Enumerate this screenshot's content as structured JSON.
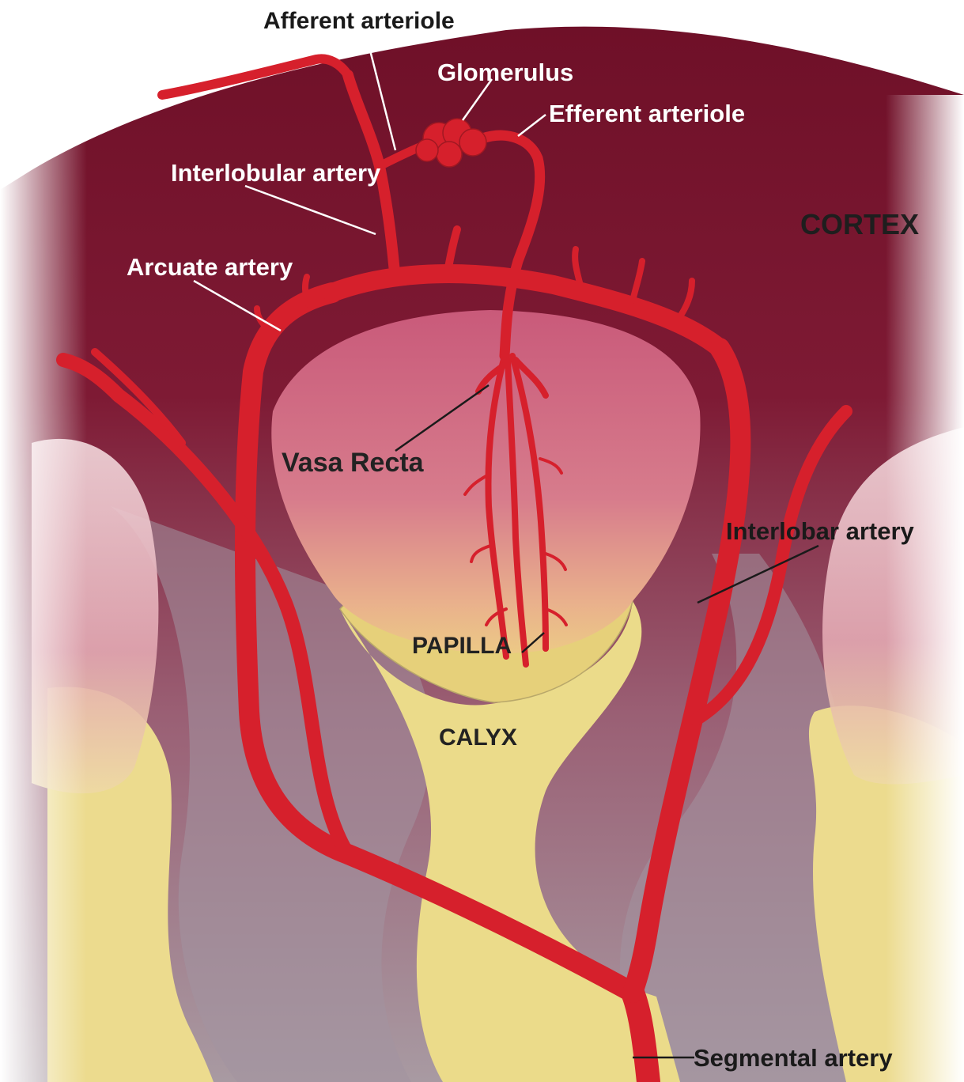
{
  "labels": {
    "afferent_arteriole": "Afferent arteriole",
    "glomerulus": "Glomerulus",
    "efferent_arteriole": "Efferent arteriole",
    "interlobular_artery": "Interlobular artery",
    "arcuate_artery": "Arcuate artery",
    "cortex": "CORTEX",
    "vasa_recta": "Vasa Recta",
    "interlobar_artery": "Interlobar artery",
    "papilla": "PAPILLA",
    "calyx": "CALYX",
    "segmental_artery": "Segmental artery"
  },
  "colors": {
    "cortex": "#7a1530",
    "medulla_pyramid": "#cf6f86",
    "papilla": "#e8d27a",
    "calyx": "#ecdc8a",
    "column_grey": "#9a8a94",
    "artery": "#d6202c",
    "leader_line_dark": "#1a1a1a",
    "leader_line_light": "#ffffff"
  }
}
